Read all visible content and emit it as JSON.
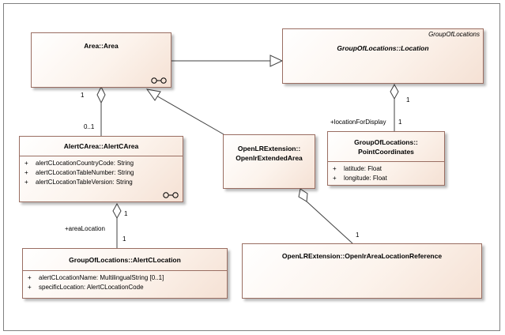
{
  "classes": {
    "area": {
      "name": "Area::Area"
    },
    "location": {
      "stereotype": "GroupOfLocations",
      "name": "GroupOfLocations::Location"
    },
    "alertc_area": {
      "name": "AlertCArea::AlertCArea",
      "attributes": [
        {
          "visibility": "+",
          "text": "alertCLocationCountryCode: String"
        },
        {
          "visibility": "+",
          "text": "alertCLocationTableNumber: String"
        },
        {
          "visibility": "+",
          "text": "alertCLocationTableVersion: String"
        }
      ]
    },
    "openlr_extended_area": {
      "name_line1": "OpenLRExtension::",
      "name_line2": "OpenlrExtendedArea"
    },
    "point_coordinates": {
      "name_line1": "GroupOfLocations::",
      "name_line2": "PointCoordinates",
      "attributes": [
        {
          "visibility": "+",
          "text": "latitude: Float"
        },
        {
          "visibility": "+",
          "text": "longitude: Float"
        }
      ]
    },
    "alertc_location": {
      "name": "GroupOfLocations::AlertCLocation",
      "attributes": [
        {
          "visibility": "+",
          "text": "alertCLocationName: MultilingualString [0..1]"
        },
        {
          "visibility": "+",
          "text": "specificLocation: AlertCLocationCode"
        }
      ]
    },
    "openlr_area_location_reference": {
      "name": "OpenLRExtension::OpenlrAreaLocationReference"
    }
  },
  "labels": {
    "area_to_alertc_src": "1",
    "area_to_alertc_dst": "0..1",
    "location_to_point_src": "1",
    "location_to_point_role": "+locationForDisplay",
    "location_to_point_dst": "1",
    "alertc_to_location_src": "1",
    "alertc_to_location_role": "+areaLocation",
    "alertc_to_location_dst": "1",
    "openlr_to_ref_dst": "1"
  },
  "colors": {
    "class_border": "#9a6e62",
    "gradient_start": "#ffffff",
    "gradient_end": "#f5e1d4",
    "connector": "#404040"
  }
}
